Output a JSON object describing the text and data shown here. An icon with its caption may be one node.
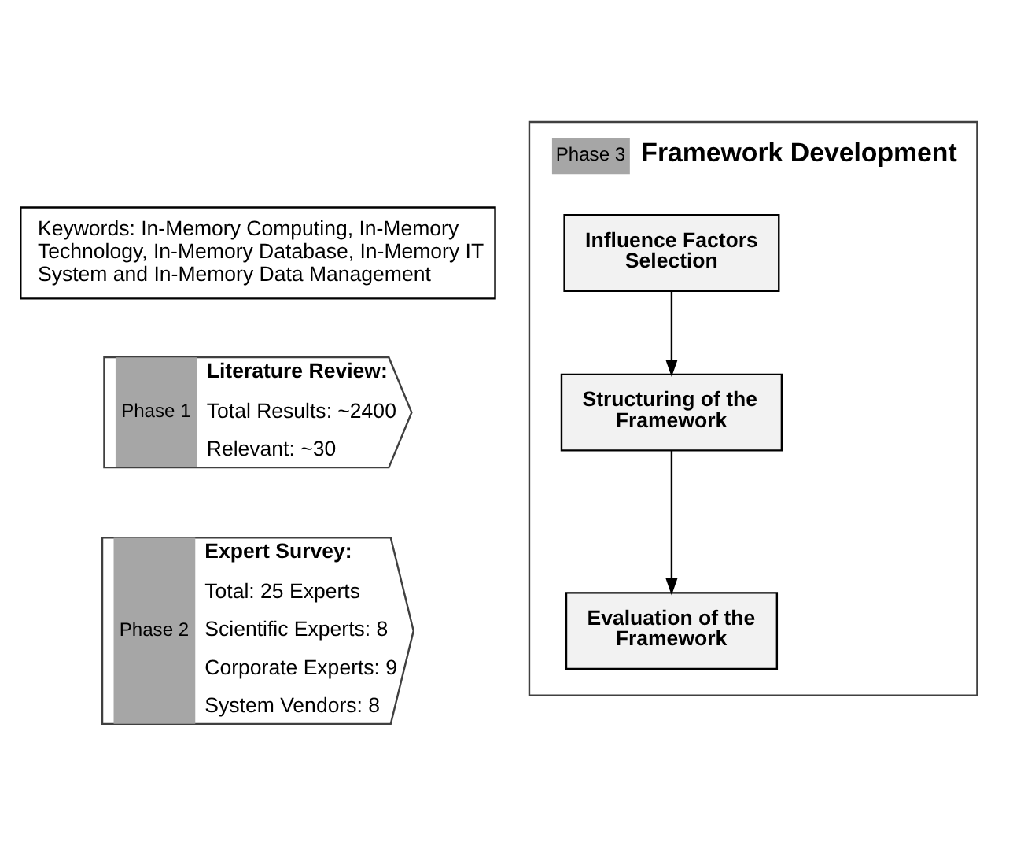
{
  "diagram": {
    "nodes": [
      {
        "text": [
          "Keywords: In-Memory Computing, In-Memory Technology, In-Memory Database, In-Memory IT System and In-Memory Data Management"
        ]
      },
      {
        "text": [
          "Phase 1",
          "Literature Review:",
          "Total Results: ~2400",
          "Relevant: ~30"
        ]
      },
      {
        "text": [
          "Phase 2",
          "Expert Survey:",
          "Total: 25 Experts",
          "Scientific Experts: 8",
          "Corporate Experts: 9",
          "System Vendors: 8"
        ]
      },
      {
        "text": [
          "Phase 3",
          "Framework Development"
        ]
      },
      {
        "text": [
          "Influence Factors Selection"
        ],
        "in": 3
      },
      {
        "text": [
          "Structuring of the Framework"
        ],
        "in": 3
      },
      {
        "text": [
          "Evaluation of the Framework"
        ],
        "in": 3
      }
    ],
    "edges": [
      {
        "from": 4,
        "to": 5,
        "arrow": "to"
      },
      {
        "from": 5,
        "to": 6,
        "arrow": "to"
      }
    ]
  }
}
